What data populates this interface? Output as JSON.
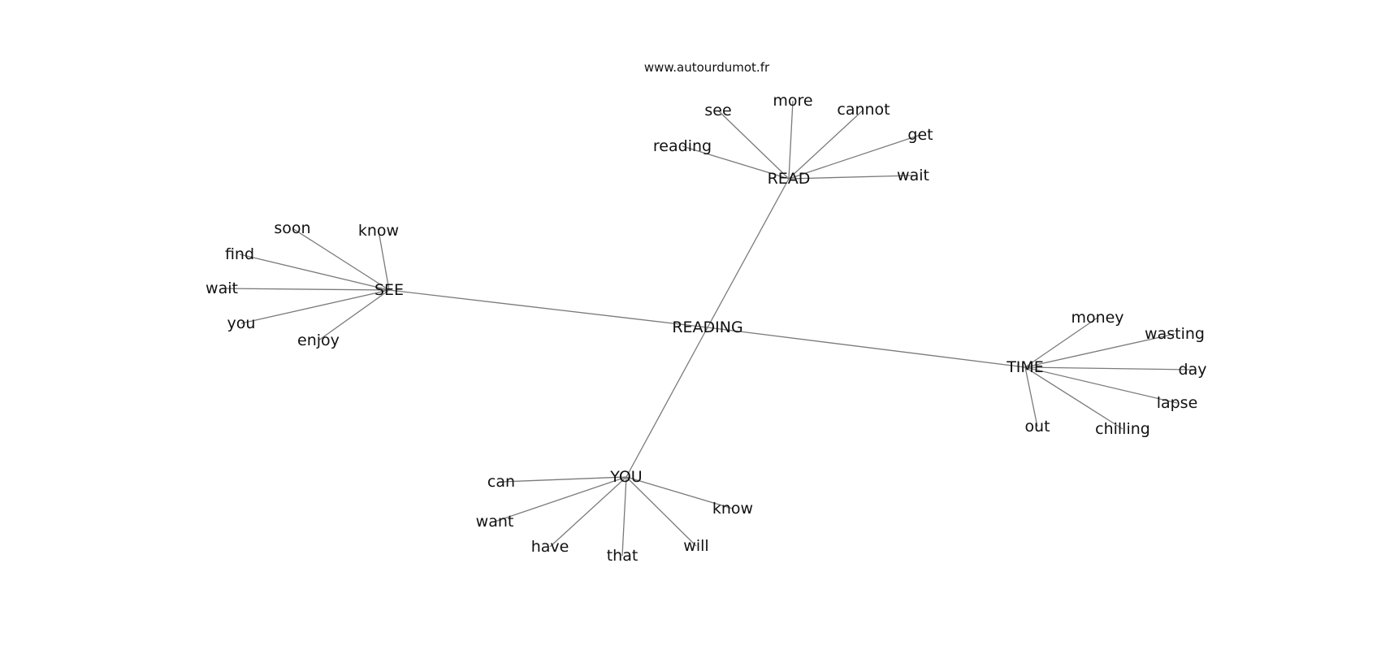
{
  "watermark": "www.autourdumot.fr",
  "colors": {
    "edge": "#7a7a7a",
    "text": "#111111",
    "background": "#ffffff"
  },
  "graph": {
    "center": "READING",
    "hubs": [
      {
        "id": "read",
        "label": "READ",
        "leaves": [
          "see",
          "more",
          "cannot",
          "reading",
          "get",
          "wait"
        ]
      },
      {
        "id": "see",
        "label": "SEE",
        "leaves": [
          "soon",
          "know",
          "find",
          "wait",
          "you",
          "enjoy"
        ]
      },
      {
        "id": "time",
        "label": "TIME",
        "leaves": [
          "money",
          "wasting",
          "day",
          "lapse",
          "out",
          "chilling"
        ]
      },
      {
        "id": "you",
        "label": "YOU",
        "leaves": [
          "can",
          "know",
          "want",
          "have",
          "that",
          "will"
        ]
      }
    ]
  }
}
